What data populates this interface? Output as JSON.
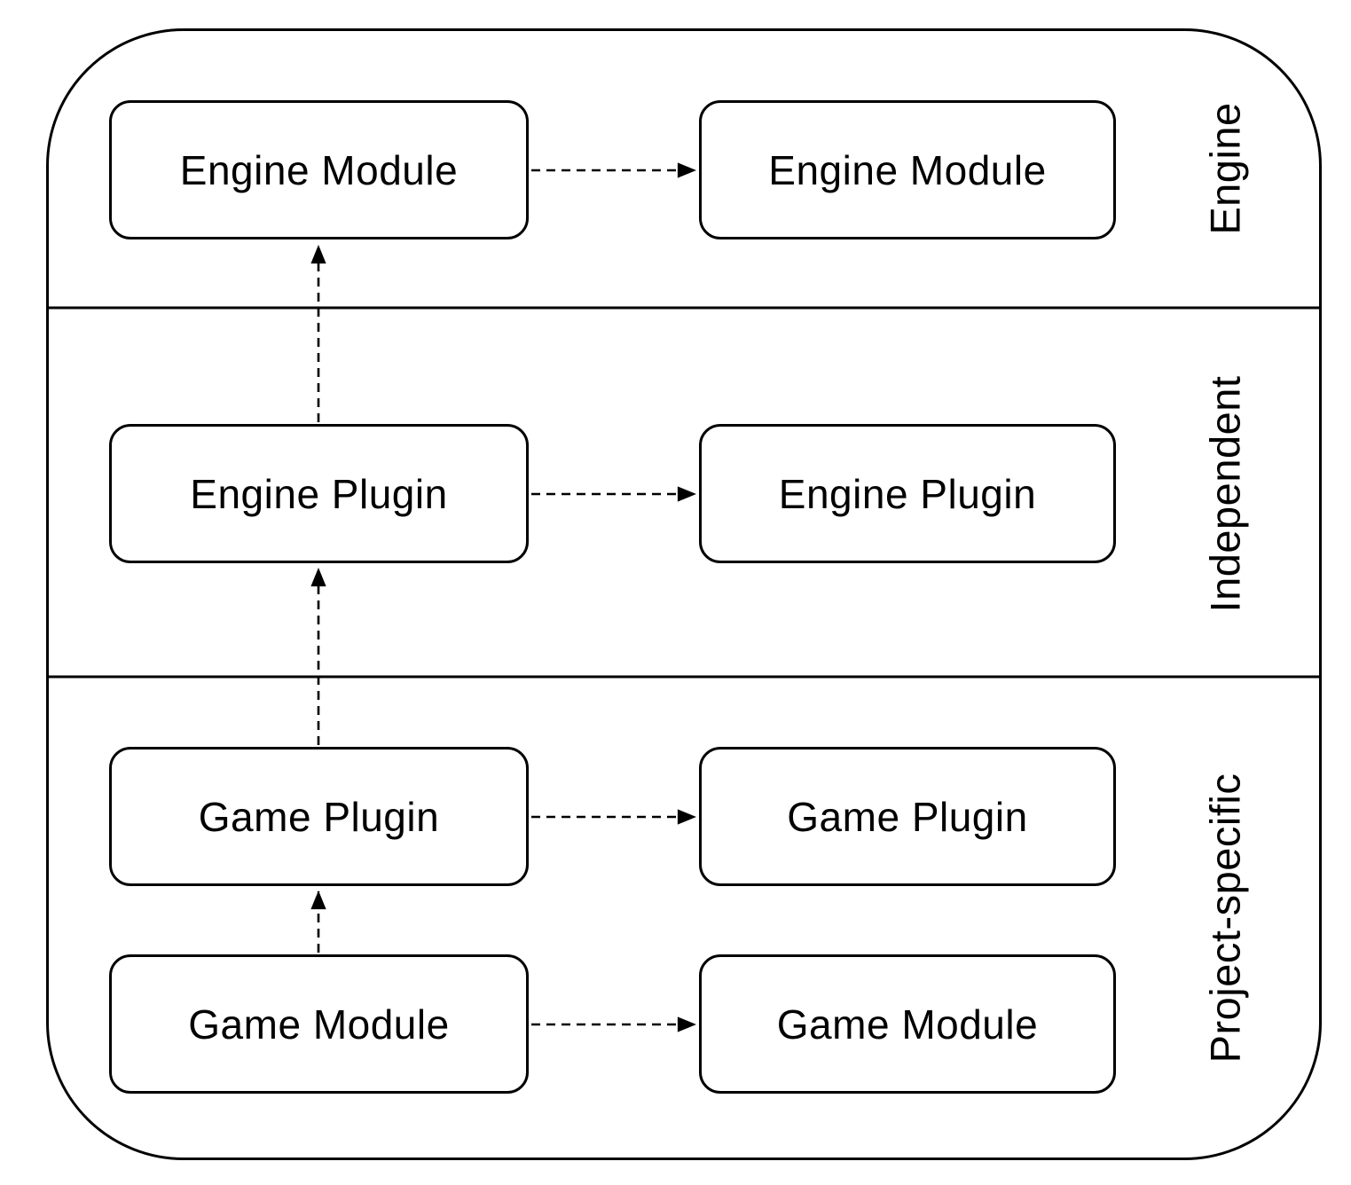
{
  "diagram": {
    "type": "layered-architecture",
    "colors": {
      "background": "#ffffff",
      "stroke": "#000000",
      "node_fill": "#ffffff",
      "text": "#000000"
    },
    "lanes": [
      {
        "id": "engine",
        "label": "Engine"
      },
      {
        "id": "independent",
        "label": "Independent"
      },
      {
        "id": "project_specific",
        "label": "Project-specific"
      }
    ],
    "nodes": {
      "engine_module_left": {
        "label": "Engine Module",
        "lane": "Engine"
      },
      "engine_module_right": {
        "label": "Engine Module",
        "lane": "Engine"
      },
      "engine_plugin_left": {
        "label": "Engine Plugin",
        "lane": "Independent"
      },
      "engine_plugin_right": {
        "label": "Engine Plugin",
        "lane": "Independent"
      },
      "game_plugin_left": {
        "label": "Game Plugin",
        "lane": "Project-specific"
      },
      "game_plugin_right": {
        "label": "Game Plugin",
        "lane": "Project-specific"
      },
      "game_module_left": {
        "label": "Game Module",
        "lane": "Project-specific"
      },
      "game_module_right": {
        "label": "Game Module",
        "lane": "Project-specific"
      }
    },
    "edges": [
      {
        "from": "engine_module_left",
        "to": "engine_module_right",
        "style": "dashed-arrow",
        "direction": "right"
      },
      {
        "from": "engine_plugin_left",
        "to": "engine_plugin_right",
        "style": "dashed-arrow",
        "direction": "right"
      },
      {
        "from": "game_plugin_left",
        "to": "game_plugin_right",
        "style": "dashed-arrow",
        "direction": "right"
      },
      {
        "from": "game_module_left",
        "to": "game_module_right",
        "style": "dashed-arrow",
        "direction": "right"
      },
      {
        "from": "engine_plugin_left",
        "to": "engine_module_left",
        "style": "dashed-arrow",
        "direction": "up"
      },
      {
        "from": "game_plugin_left",
        "to": "engine_plugin_left",
        "style": "dashed-arrow",
        "direction": "up"
      },
      {
        "from": "game_module_left",
        "to": "game_plugin_left",
        "style": "dashed-arrow",
        "direction": "up"
      }
    ]
  }
}
